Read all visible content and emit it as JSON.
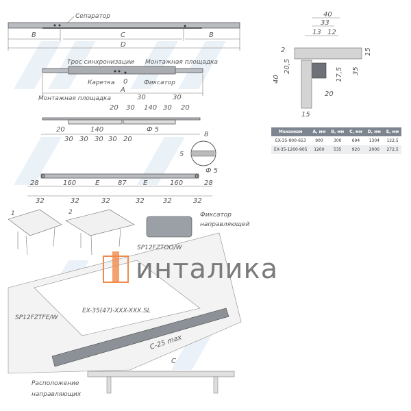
{
  "top_rail": {
    "separator_label": "Сепаратор",
    "dims": {
      "b_left": "B",
      "c": "C",
      "d": "D",
      "b_right": "B"
    }
  },
  "second_rail": {
    "cable_label": "Трос синхронизации",
    "mount_label": "Монтажная площадка",
    "carriage_label": "Каретка",
    "zero": "0",
    "lock_label": "Фиксатор",
    "a": "A"
  },
  "mount_plate": {
    "label": "Монтажная площадка",
    "top_dims": [
      "30",
      "30",
      "20",
      "30",
      "140",
      "30",
      "20"
    ],
    "top_dims_top": [
      "30",
      "30"
    ],
    "bottom_dims": [
      "20",
      "140",
      "20"
    ],
    "bottom_dims_low": [
      "30",
      "30",
      "30",
      "30"
    ],
    "hole": "Ф 5"
  },
  "bottom_rail": {
    "dims_top": [
      "28",
      "160",
      "E",
      "87",
      "E",
      "160",
      "28"
    ],
    "dims_bottom": [
      "32",
      "32",
      "32",
      "32",
      "32",
      "32"
    ],
    "detail": {
      "w": "8",
      "h": "5",
      "hole": "Ф 5"
    }
  },
  "section": {
    "dims": {
      "w40": "40",
      "w33": "33",
      "w13": "13",
      "w12": "12",
      "t2": "2",
      "t15_top": "15",
      "h20_5": "20,5",
      "h40": "40",
      "h17_5": "17,5",
      "h35": "35",
      "w20": "20",
      "w15_bottom": "15"
    }
  },
  "spec_table": {
    "headers": [
      "Механизм",
      "A, мм",
      "B, мм",
      "C, мм",
      "D, мм",
      "E, мм"
    ],
    "rows": [
      [
        "EX-35-900-653",
        "900",
        "300",
        "694",
        "1304",
        "122,5"
      ],
      [
        "EX-35-1200-905",
        "1200",
        "535",
        "920",
        "2000",
        "272,5"
      ]
    ]
  },
  "assembly": {
    "table1": "1",
    "table2": "2",
    "rail_lock_label_1": "Фиксатор",
    "rail_lock_label_2": "направляющей",
    "part1": "SP12FZTOO/W",
    "part2": "SP12FZTFE/W",
    "part3": "EX-35(47)-XXX-XXX.SL",
    "dim_c25": "C-25 max",
    "dim_c": "C",
    "placement_1": "Расположение",
    "placement_2": "направляющих"
  },
  "watermark": {
    "brand": "инталика"
  }
}
